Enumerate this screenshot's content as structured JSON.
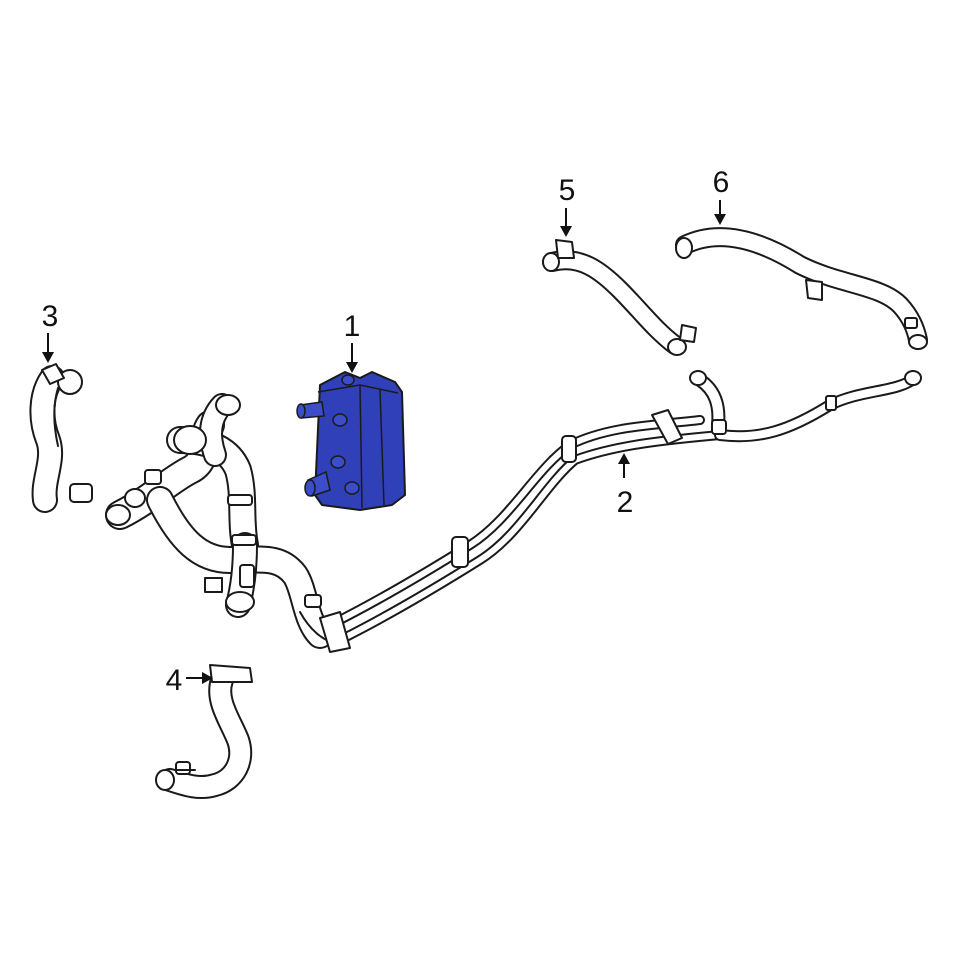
{
  "diagram": {
    "highlight_color": "#2e3fb8",
    "line_color": "#1a1a1a",
    "background": "#ffffff",
    "callouts": [
      {
        "id": "1",
        "label": "1"
      },
      {
        "id": "2",
        "label": "2"
      },
      {
        "id": "3",
        "label": "3"
      },
      {
        "id": "4",
        "label": "4"
      },
      {
        "id": "5",
        "label": "5"
      },
      {
        "id": "6",
        "label": "6"
      }
    ]
  }
}
